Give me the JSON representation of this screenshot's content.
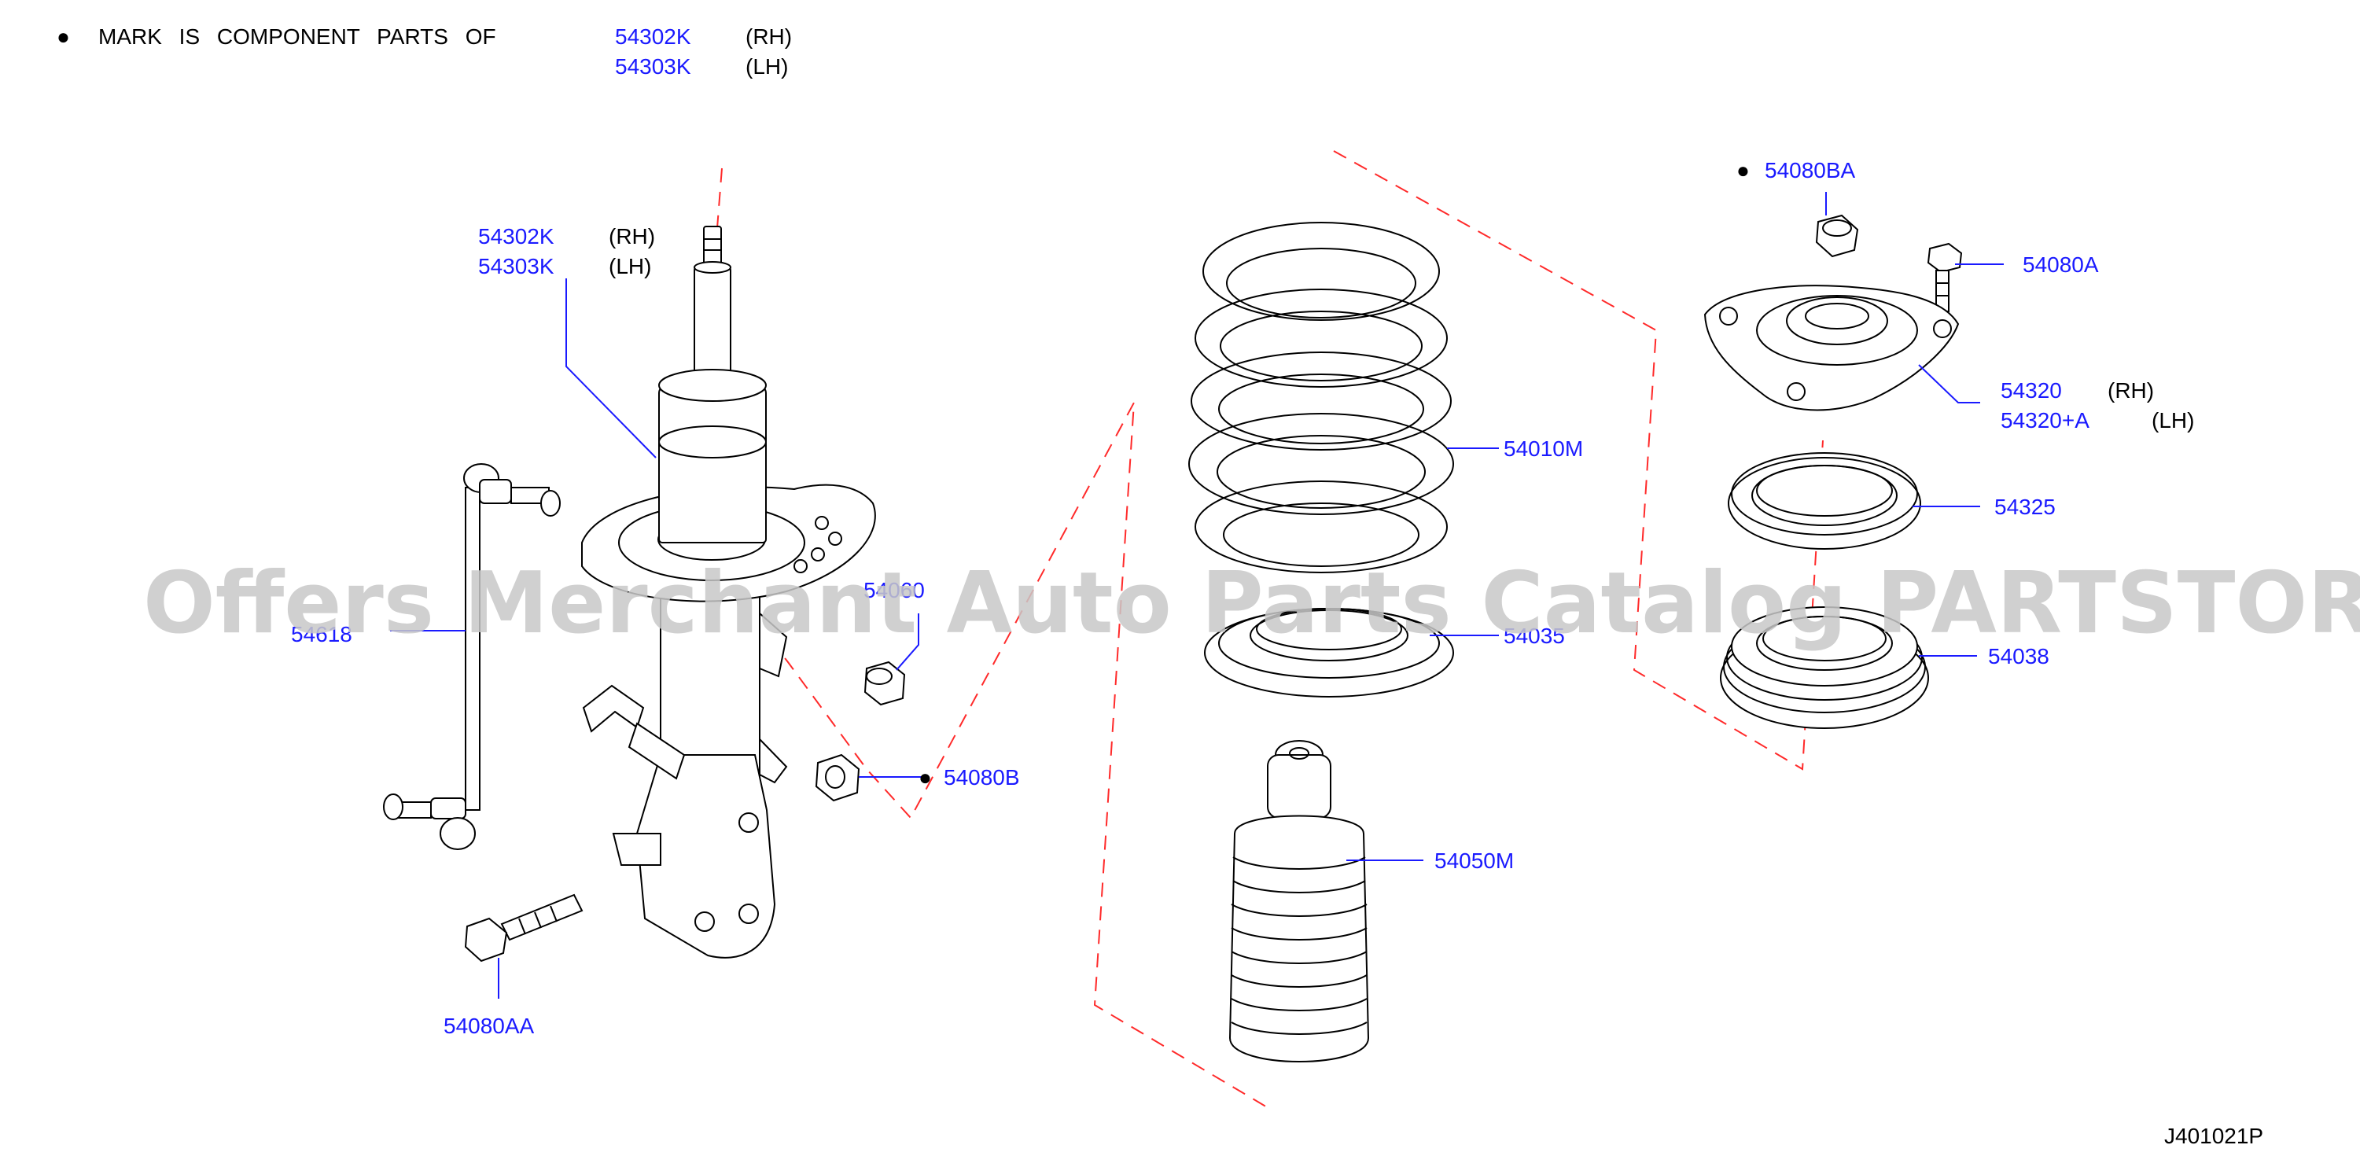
{
  "header": {
    "bullet": "●",
    "note_text": "MARK  IS  COMPONENT  PARTS  OF",
    "part_rh": "54302K",
    "part_lh": "54303K",
    "side_rh": "(RH)",
    "side_lh": "(LH)"
  },
  "labels": {
    "strut_rh": "54302K",
    "strut_lh": "54303K",
    "strut_rh_side": "(RH)",
    "strut_lh_side": "(LH)",
    "stabilizer_link": "54618",
    "nut_upper": "54060",
    "nut_lower": "54080B",
    "bolt": "54080AA",
    "spring": "54010M",
    "spring_seat": "54035",
    "bound_bumper": "54050M",
    "mount_nut": "54080BA",
    "mount_bolt": "54080A",
    "mount_rh": "54320",
    "mount_lh": "54320+A",
    "mount_rh_side": "(RH)",
    "mount_lh_side": "(LH)",
    "upper_seat": "54325",
    "bearing": "54038",
    "bullet": "●"
  },
  "watermark": "Offers Merchant Auto Parts Catalog PARTSTORE.SA",
  "figure_code": "J401021P",
  "colors": {
    "label": "#1a1aff",
    "leader": "#1a1aff",
    "dashed_guide": "#ff2a2a",
    "line": "#000000",
    "watermark": "#c8c8c8"
  }
}
